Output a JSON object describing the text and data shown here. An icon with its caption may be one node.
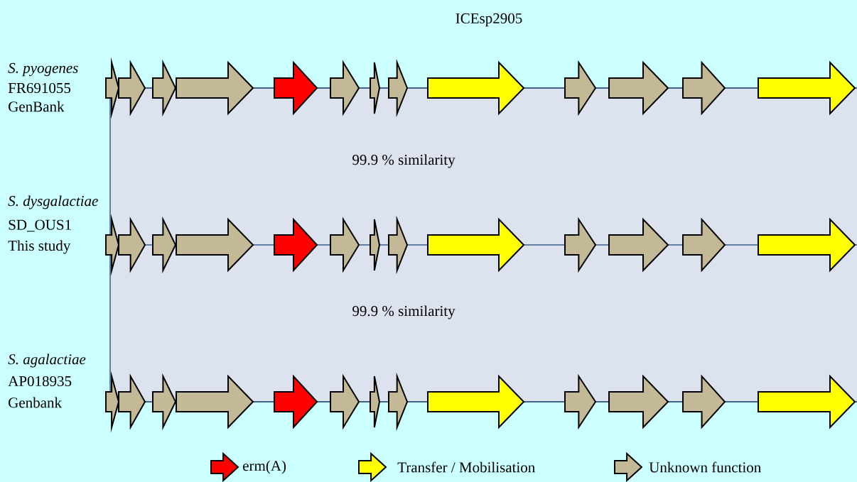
{
  "diagram": {
    "title": "ICEsp2905",
    "labels": [
      "S. pyogenes",
      "FR691055",
      "GenBank",
      "99.9 % similarity",
      "S. dysgalactiae",
      "SD_OUS1",
      "This study",
      "99.9 % similarity",
      "S. agalactiae",
      "AP018935",
      "Genbank"
    ],
    "legend": [
      {
        "text": "erm(A)",
        "color": "#ff0000"
      },
      {
        "text": "Transfer / Mobilisation",
        "color": "#ffff00"
      },
      {
        "text": "Unknown function",
        "color": "#c4b996"
      }
    ]
  }
}
